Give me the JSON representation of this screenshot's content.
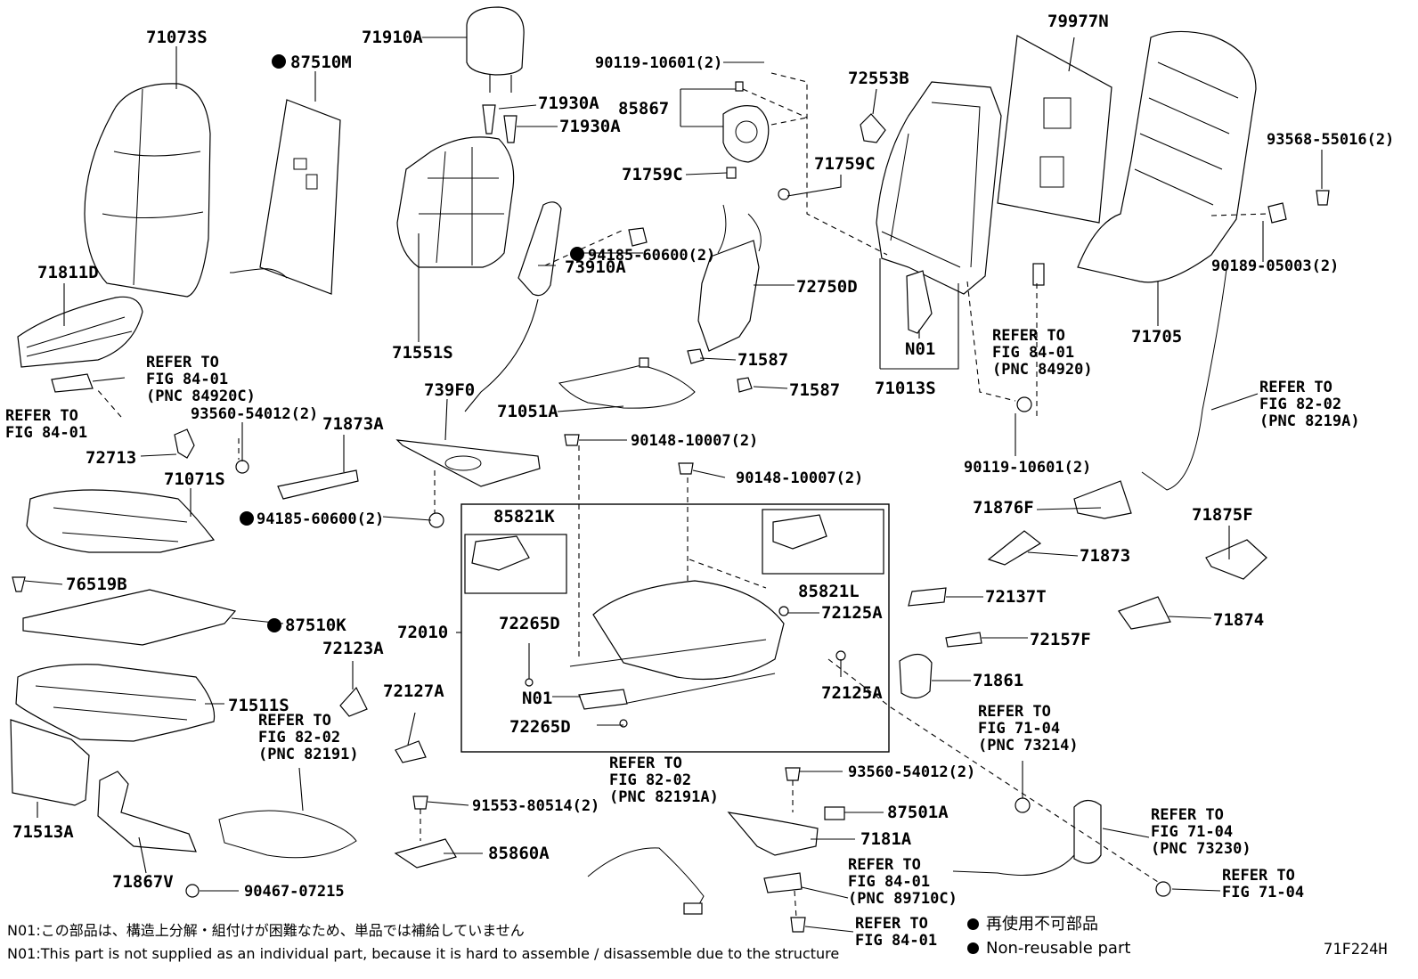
{
  "callouts": {
    "c71073S": "71073S",
    "c87510M": "87510M",
    "c71910A": "71910A",
    "c90119a": "90119-10601(2)",
    "c71930A1": "71930A",
    "c71930A2": "71930A",
    "c85867": "85867",
    "c71759C1": "71759C",
    "c71759C2": "71759C",
    "c72553B": "72553B",
    "c79977N": "79977N",
    "c93568": "93568-55016(2)",
    "c90189": "90189-05003(2)",
    "c71705": "71705",
    "c71811D": "71811D",
    "c94185a": "94185-60600(2)",
    "c72750D": "72750D",
    "c71551S": "71551S",
    "c73910A": "73910A",
    "c71587a": "71587",
    "c71587b": "71587",
    "cN01a": "N01",
    "c71013S": "71013S",
    "c739F0": "739F0",
    "c71051A": "71051A",
    "c90119b": "90119-10601(2)",
    "c93560a": "93560-54012(2)",
    "c71873A": "71873A",
    "c72713": "72713",
    "c71071S": "71071S",
    "c90148a": "90148-10007(2)",
    "c90148b": "90148-10007(2)",
    "c94185b": "94185-60600(2)",
    "c85821K": "85821K",
    "c71876F": "71876F",
    "c71875F": "71875F",
    "c76519B": "76519B",
    "c71873": "71873",
    "c85821L": "85821L",
    "c72137T": "72137T",
    "c87510K": "87510K",
    "c72010": "72010",
    "c72265D1": "72265D",
    "c72125A1": "72125A",
    "c71874": "71874",
    "c72123A": "72123A",
    "c72157F": "72157F",
    "c71511S": "71511S",
    "c72127A": "72127A",
    "cN01b": "N01",
    "c72125A2": "72125A",
    "c71861": "71861",
    "c72265D2": "72265D",
    "c71513A": "71513A",
    "c93560b": "93560-54012(2)",
    "c91553": "91553-80514(2)",
    "c87501A": "87501A",
    "c85860A": "85860A",
    "c7181A": "7181A",
    "c71867V": "71867V",
    "c90467": "90467-07215"
  },
  "refs": {
    "r1": [
      "REFER TO",
      "FIG 84-01",
      "(PNC 84920C)"
    ],
    "r2": [
      "REFER TO",
      "FIG 84-01"
    ],
    "r3": [
      "REFER TO",
      "FIG 84-01",
      "(PNC 84920)"
    ],
    "r4": [
      "REFER TO",
      "FIG 82-02",
      "(PNC 8219A)"
    ],
    "r5": [
      "REFER TO",
      "FIG 82-02",
      "(PNC 82191)"
    ],
    "r6": [
      "REFER TO",
      "FIG 82-02",
      "(PNC 82191A)"
    ],
    "r7": [
      "REFER TO",
      "FIG 71-04",
      "(PNC 73214)"
    ],
    "r8": [
      "REFER TO",
      "FIG 71-04",
      "(PNC 73230)"
    ],
    "r9": [
      "REFER TO",
      "FIG 84-01",
      "(PNC 89710C)"
    ],
    "r10": [
      "REFER TO",
      "FIG 71-04"
    ],
    "r11": [
      "REFER TO",
      "FIG 84-01"
    ]
  },
  "notes": {
    "jp": "N01:この部品は、構造上分解・組付けが困難なため、単品では補給していません",
    "en": "N01:This part is not supplied as an individual part, because it is hard to assemble / disassemble due to the structure"
  },
  "legend": {
    "jp": "再使用不可部品",
    "en": "Non-reusable part"
  },
  "figure_code": "71F224H"
}
